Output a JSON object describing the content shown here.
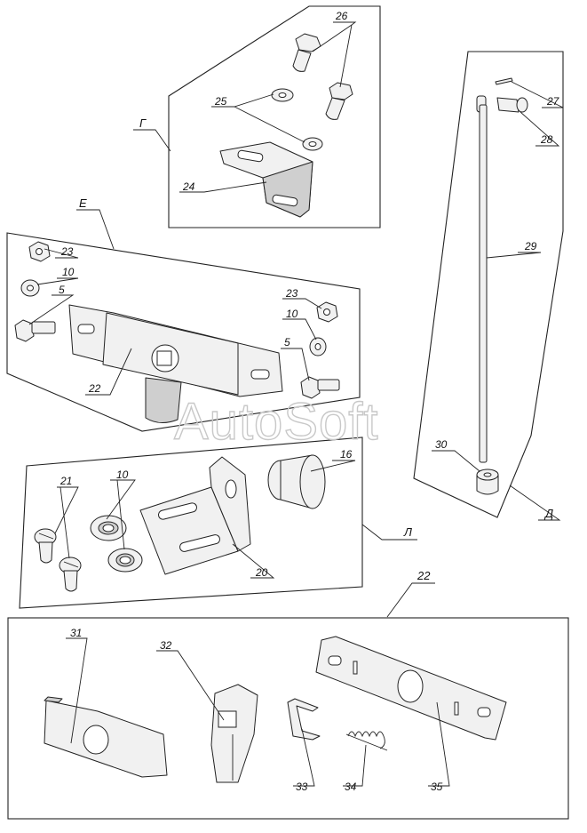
{
  "watermark": "AutoSoft",
  "views": {
    "G": "Г",
    "E": "Е",
    "D": "Д",
    "L": "Л",
    "V22": "22"
  },
  "parts": {
    "p5a": "5",
    "p5b": "5",
    "p10a": "10",
    "p10b": "10",
    "p10c": "10",
    "p16": "16",
    "p20": "20",
    "p21": "21",
    "p22": "22",
    "p23a": "23",
    "p23b": "23",
    "p24": "24",
    "p25": "25",
    "p26": "26",
    "p27": "27",
    "p28": "28",
    "p29": "29",
    "p30": "30",
    "p31": "31",
    "p32": "32",
    "p33": "33",
    "p34": "34",
    "p35": "35"
  }
}
